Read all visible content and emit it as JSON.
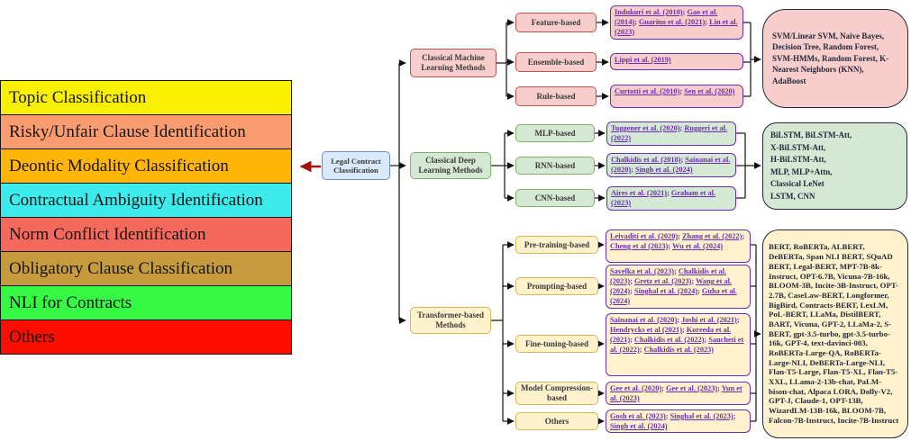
{
  "figure": {
    "root_label": "Legal Contract Classification",
    "arrow_color": "#a01414",
    "link_color": "#6a2fb0"
  },
  "tasks": [
    {
      "label": "Topic Classification",
      "color": "#f9ef00"
    },
    {
      "label": "Risky/Unfair Clause Identification",
      "color": "#f99d71"
    },
    {
      "label": "Deontic Modality Classification",
      "color": "#ffb607"
    },
    {
      "label": "Contractual Ambiguity Identification",
      "color": "#3cecec"
    },
    {
      "label": "Norm Conflict Identification",
      "color": "#f5695d"
    },
    {
      "label": "Obligatory Clause Classification",
      "color": "#c59b3d"
    },
    {
      "label": "NLI for Contracts",
      "color": "#35f945"
    },
    {
      "label": "Others",
      "color": "#fb0d00"
    }
  ],
  "branches": [
    {
      "label": "Classical Machine Learning Methods",
      "fill": "#f8cecc",
      "stroke": "#b85450",
      "children": [
        {
          "label": "Feature-based",
          "citations": [
            "Indukuri et al. (2010)",
            "Gao et al. (2014)",
            "Guarino et al. (2021)",
            "Lin et al. (2023)"
          ]
        },
        {
          "label": "Ensemble-based",
          "citations": [
            "Lippi et al. (2019)"
          ]
        },
        {
          "label": "Rule-based",
          "citations": [
            "Curtotti et al. (2010)",
            "Sen et al. (2020)"
          ]
        }
      ],
      "summary": "SVM/Linear SVM, Naive Bayes, Decision Tree, Random Forest, SVM-HMMs, Random Forest, K-Nearest Neighbors (KNN), AdaBoost"
    },
    {
      "label": "Classical Deep Learning Methods",
      "fill": "#d5e8d4",
      "stroke": "#82b366",
      "children": [
        {
          "label": "MLP-based",
          "citations": [
            "Tuggener et al. (2020)",
            "Ruggeri et al. (2022)"
          ]
        },
        {
          "label": "RNN-based",
          "citations": [
            "Chalkidis et al. (2018)",
            "Sainanai et al. (2020)",
            "Singh et al. (2024)"
          ]
        },
        {
          "label": "CNN-based",
          "citations": [
            "Aires et al. (2021)",
            "Graham et al. (2023)"
          ]
        }
      ],
      "summary": "BiLSTM, BiLSTM-Att,\nX-BiLSTM-Att,\nH-BiLSTM-Att,\nMLP, MLP+Attn,\nClassical LeNet\nLSTM, CNN"
    },
    {
      "label": "Transformer-based Methods",
      "fill": "#fff2cc",
      "stroke": "#d6b656",
      "children": [
        {
          "label": "Pre-training-based",
          "citations": [
            "Leivaditi et al. (2020)",
            "Zhang et al. (2022)",
            "Cheng et al (2023)",
            "Wu et al. (2024)"
          ]
        },
        {
          "label": "Prompting-based",
          "citations": [
            "Savelka et al. (2023)",
            "Chalkidis et al. (2023)",
            "Gretz et al. (2023)",
            "Wang et al. (2024)",
            "Singhal et al. (2024)",
            "Guha et al. (2024)"
          ]
        },
        {
          "label": "Fine-tuning-based",
          "citations": [
            "Sainanai et al. (2020)",
            "Joshi et al. (2021)",
            "Hendrycks et al (2021)",
            "Koreeda et al. (2021)",
            "Chalkidis et al. (2022)",
            "Sancheti et al. (2022)",
            "Chalkidis et al. (2023)"
          ]
        },
        {
          "label": "Model Compression-based",
          "citations": [
            "Gee et al. (2020)",
            "Gee et al. (2023)",
            "Yun et al. (2023)"
          ]
        },
        {
          "label": "Others",
          "citations": [
            "Gosh et al. (2023)",
            "Singhal et al. (2023)",
            "Singh et al. (2024)"
          ]
        }
      ],
      "summary": "BERT, RoBERTa, ALBERT, DeBERTa, Span NLI BERT, SQuAD BERT, Legal-BERT, MPT-7B-8k-Instruct, OPT-6.7B, Vicuna-7B-16k, BLOOM-3B, Incite-3B-Instruct, OPT-2.7B, CaseLaw-BERT, Longformer, BigBird, Contracts-BERT, LexLM, PoL-BERT, LLaMa, DistilBERT, BART, Vicuna, GPT-2, LLaMa-2, S-BERT, gpt-3.5-turbo, gpt-3.5-turbo-16k, GPT-4, text-davinci-003, RoBERTa-Large-QA, RoBERTa-Large-NLI, DeBERTa-Large-NLI, Flan-T5-Large, Flan-T5-XL, Flan-T5-XXL, LLama-2-13b-chat, PaLM-bison-chat, Alpaca LORA, Dolly-V2, GPT-J, Claude-1, OPT-13B, WizardLM-13B-16k, BLOOM-7B, Falcon-7B-Instruct, Incite-7B-Instruct"
    }
  ]
}
